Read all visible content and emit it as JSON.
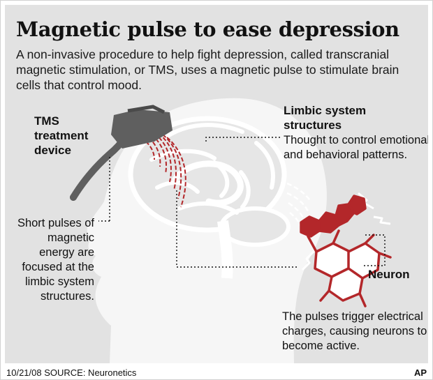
{
  "title": "Magnetic pulse to ease depression",
  "intro": "A non-invasive procedure to help fight depression, called transcranial magnetic stimulation, or TMS, uses a magnetic pulse to stimulate brain cells that control mood.",
  "labels": {
    "device": "TMS treatment device",
    "limbic_title": "Limbic system structures",
    "limbic_desc": "Thought to control emotional and behavioral patterns.",
    "pulses": "Short pulses of magnetic energy are focused at the limbic system structures.",
    "neuron": "Neuron",
    "trigger": "The pulses trigger electrical charges, causing neurons to become active."
  },
  "footer": {
    "date_source": "10/21/08  SOURCE: Neuronetics",
    "credit": "AP"
  },
  "colors": {
    "panel_bg": "#e2e2e2",
    "head": "#f6f6f6",
    "device": "#5f5f5f",
    "pulse_red": "#b3272a",
    "text": "#111111"
  }
}
